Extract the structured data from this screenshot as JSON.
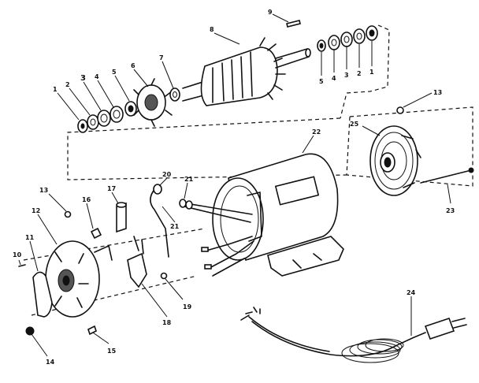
{
  "labels": {
    "l1a": "1",
    "l2a": "2",
    "l3a": "3",
    "l4a": "4",
    "l5a": "5",
    "l6": "6",
    "l7": "7",
    "l8": "8",
    "l9": "9",
    "l5b": "5",
    "l4b": "4",
    "l3b": "3",
    "l2b": "2",
    "l1b": "1",
    "l13a": "13",
    "l25": "25",
    "l22": "22",
    "l20": "20",
    "l21a": "21",
    "l17": "17",
    "l13b": "13",
    "l16": "16",
    "l12": "12",
    "l11": "11",
    "l10": "10",
    "l21b": "21",
    "l23": "23",
    "l19": "19",
    "l18": "18",
    "l15": "15",
    "l14": "14",
    "l24": "24"
  }
}
